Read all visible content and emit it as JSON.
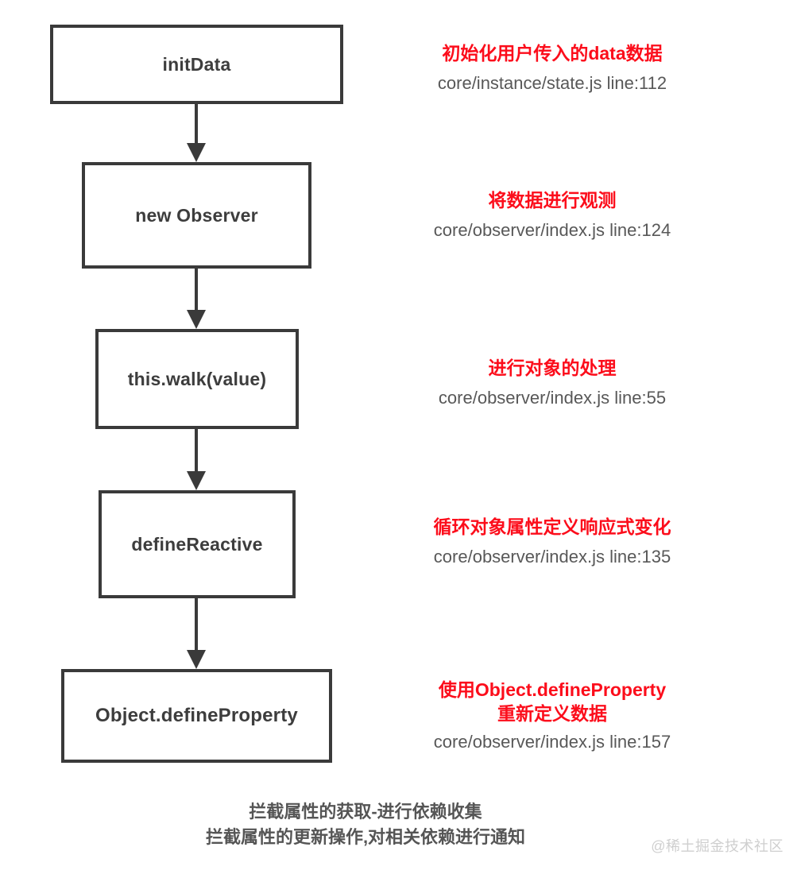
{
  "diagram": {
    "title": "Vue data reactivity initialization flow",
    "box_border_color": "#3a3a3a",
    "label_color": "#3d3d3d",
    "accent_color": "#fc0d1b",
    "path_text_color": "#585858",
    "nodes": [
      {
        "label": "initData"
      },
      {
        "label": "new Observer"
      },
      {
        "label": "this.walk(value)"
      },
      {
        "label": "defineReactive"
      },
      {
        "label": "Object.defineProperty"
      }
    ],
    "annotations": [
      {
        "title": "初始化用户传入的data数据",
        "path": "core/instance/state.js    line:112"
      },
      {
        "title": "将数据进行观测",
        "path": "core/observer/index.js  line:124"
      },
      {
        "title": "进行对象的处理",
        "path": "core/observer/index.js   line:55"
      },
      {
        "title": "循环对象属性定义响应式变化",
        "path": "core/observer/index.js   line:135"
      },
      {
        "title": "使用Object.defineProperty\n重新定义数据",
        "path": "core/observer/index.js   line:157"
      }
    ],
    "caption": {
      "line1": "拦截属性的获取-进行依赖收集",
      "line2": "拦截属性的更新操作,对相关依赖进行通知"
    },
    "watermark": "@稀土掘金技术社区"
  }
}
